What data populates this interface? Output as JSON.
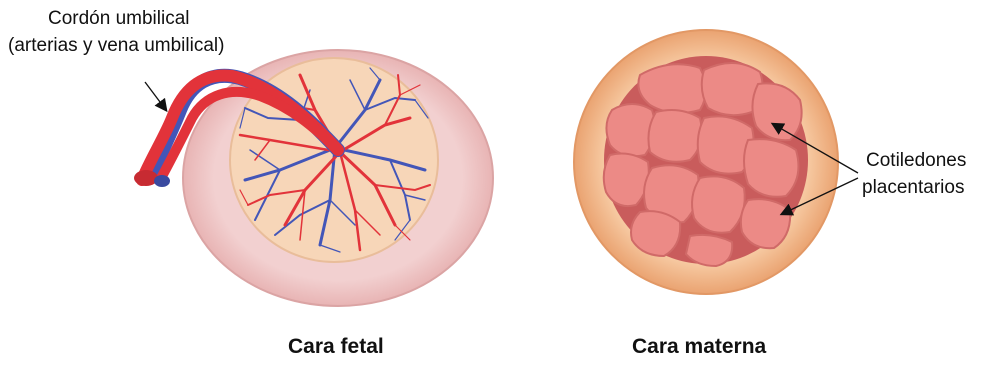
{
  "labels": {
    "umbilical_cord_line1": "Cordón umbilical",
    "umbilical_cord_line2": "(arterias y vena umbilical)",
    "cotyledons_line1": "Cotiledones",
    "cotyledons_line2": "placentarios"
  },
  "captions": {
    "fetal_face": "Cara fetal",
    "maternal_face": "Cara materna"
  },
  "colors": {
    "artery_red": "#e2333a",
    "vein_blue": "#4356b8",
    "fetal_surface": "#f7d6b8",
    "placenta_rim": "#efc3c3",
    "maternal_rim": "#f3b98f",
    "cotyledon": "#ec8a86",
    "cotyledon_groove": "#c95c5c"
  }
}
